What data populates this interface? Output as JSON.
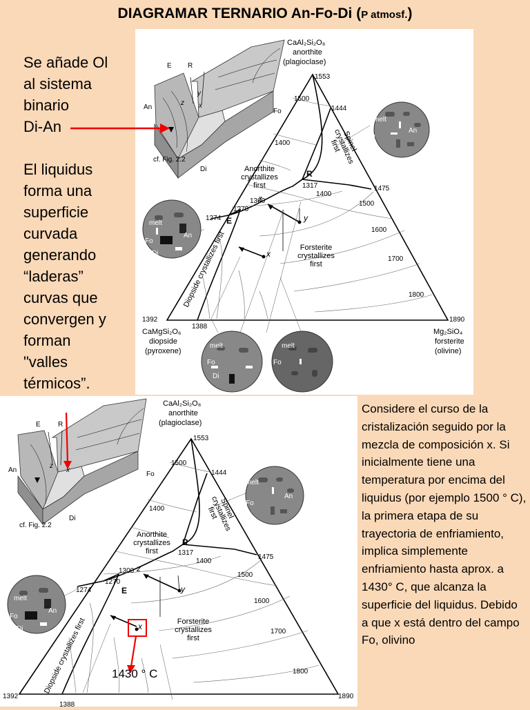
{
  "slide": {
    "title": "DIAGRAMAR  TERNARIO An-Fo-Di (",
    "title_small": "P atmosf.",
    "title_end": ")",
    "left_text": [
      "Se añade Ol",
      "al sistema",
      "binario",
      "Di-An"
    ],
    "left_text2": [
      "El liquidus",
      "forma una",
      "superficie",
      "curvada",
      "generando",
      "“laderas”",
      "curvas que",
      "convergen y",
      "forman",
      "\"valles",
      "térmicos”."
    ],
    "right_text": "Considere el curso de la cristalización seguido por la mezcla de composición x. Si inicialmente tiene una temperatura por encima del liquidus (por ejemplo 1500 ° C), la primera etapa de su trayectoria de enfriamiento, implica simplemente enfriamiento hasta aprox. a 1430° C, que alcanza la superficie del liquidus. Debido a que x está dentro del campo Fo, olivino"
  },
  "diagram": {
    "an_formula": "CaAl₂Si₂O₈",
    "an_name": "anorthite",
    "an_group": "(plagioclase)",
    "di_formula": "CaMgSi₂O₆",
    "di_name": "diopside",
    "di_group": "(pyroxene)",
    "fo_formula": "Mg₂SiO₄",
    "fo_name": "forsterite",
    "fo_group": "(olivine)",
    "t_an": "1553",
    "t_di": "1392",
    "t_fo": "1890",
    "t_1388": "1388",
    "t_1444": "1444",
    "t_1475": "1475",
    "t_1317": "1317",
    "t_1270": "1270",
    "t_1274": "1274",
    "iso": [
      "1500",
      "1400",
      "1300",
      "1400",
      "1500",
      "1600",
      "1700",
      "1800"
    ],
    "field_an": [
      "Anorthite",
      "crystallizes",
      "first"
    ],
    "field_fo": [
      "Forsterite",
      "crystallizes",
      "first"
    ],
    "field_sp": [
      "Spinel",
      "crystallizes",
      "first"
    ],
    "field_di": "Diopside crystallizes first",
    "pt_E": "E",
    "pt_R": "R",
    "pt_x": "x",
    "pt_y": "y",
    "pt_z": "z",
    "block_E": "E",
    "block_R": "R",
    "block_An": "An",
    "block_Fo": "Fo",
    "block_Di": "Di",
    "block_cf": "cf. Fig. 2.2",
    "melt": "melt",
    "min_An": "An",
    "min_Fo": "Fo",
    "min_Di": "Di",
    "temp_1430": "1430 ° C"
  }
}
